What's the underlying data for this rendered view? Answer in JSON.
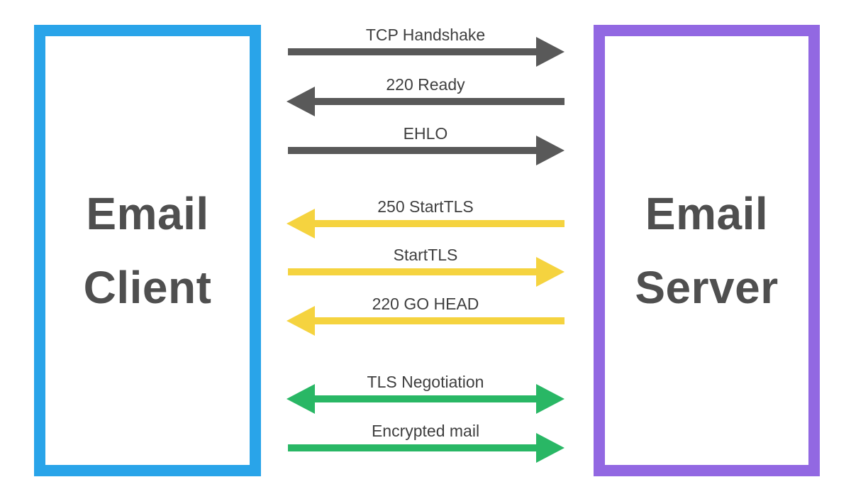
{
  "boxes": {
    "client": {
      "lines": [
        "Email",
        "Client"
      ],
      "border_color": "#29A4E9"
    },
    "server": {
      "lines": [
        "Email",
        "Server"
      ],
      "border_color": "#9268E2"
    }
  },
  "colors": {
    "handshake_gray": "#595959",
    "starttls_yellow": "#F5D33F",
    "encrypted_green": "#29B765",
    "label_text": "#3F3F3F",
    "title_text": "#4F4F4F",
    "background": "#FFFFFF"
  },
  "messages": [
    {
      "label": "TCP Handshake",
      "direction": "right",
      "color": "handshake_gray"
    },
    {
      "label": "220 Ready",
      "direction": "left",
      "color": "handshake_gray"
    },
    {
      "label": "EHLO",
      "direction": "right",
      "color": "handshake_gray"
    },
    {
      "label": "250 StartTLS",
      "direction": "left",
      "color": "starttls_yellow"
    },
    {
      "label": "StartTLS",
      "direction": "right",
      "color": "starttls_yellow"
    },
    {
      "label": "220 GO HEAD",
      "direction": "left",
      "color": "starttls_yellow"
    },
    {
      "label": "TLS Negotiation",
      "direction": "both",
      "color": "encrypted_green"
    },
    {
      "label": "Encrypted mail",
      "direction": "right",
      "color": "encrypted_green"
    }
  ]
}
